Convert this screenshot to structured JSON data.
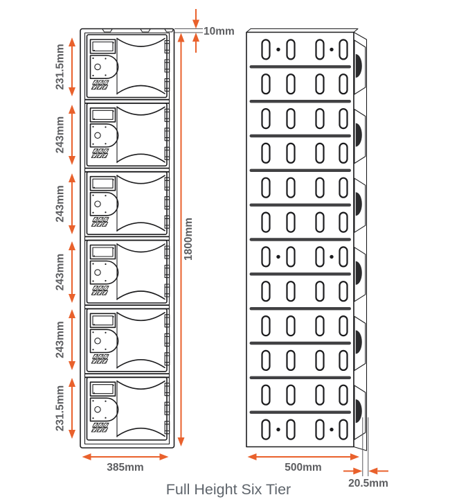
{
  "title": "Full Height Six Tier",
  "colors": {
    "dimension_accent": "#e9612c",
    "dimension_text": "#5c5d60",
    "drawing_line": "#1c1c1e",
    "title_text": "#5e646b",
    "background": "#ffffff"
  },
  "front_view": {
    "label": "front elevation of six tier locker",
    "tier_count": 6,
    "tier_heights": [
      "231.5mm",
      "243mm",
      "243mm",
      "243mm",
      "243mm",
      "231.5mm"
    ],
    "top_panel_thickness": "10mm",
    "total_height": "1800mm",
    "overall_width": "385mm"
  },
  "side_view": {
    "label": "side elevation with ventilation slots",
    "vent_rows": 12,
    "slots_per_row": 4,
    "rows_with_dots": [
      1,
      7,
      12
    ],
    "handle_recesses": 6,
    "overall_depth": "500mm",
    "side_panel_width": "20.5mm"
  }
}
